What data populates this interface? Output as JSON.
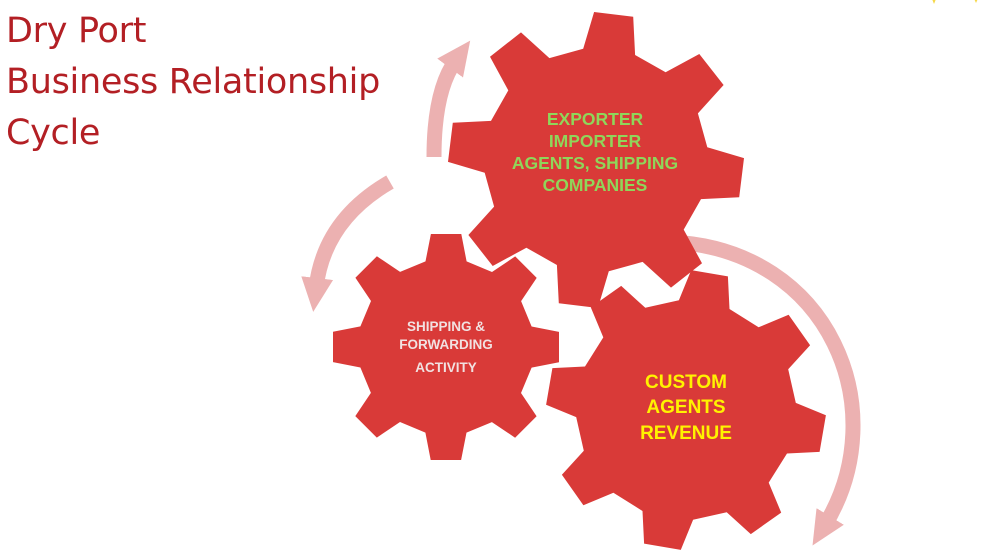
{
  "title": {
    "line1": "Dry Port",
    "line2": "Business Relationship",
    "line3": "Cycle"
  },
  "gears": {
    "top": {
      "lines": [
        "EXPORTER",
        "IMPORTER",
        "AGENTS, SHIPPING",
        "COMPANIES"
      ],
      "text_color": "#8fd65a"
    },
    "left": {
      "lines": [
        "SHIPPING &",
        "FORWARDING",
        "ACTIVITY"
      ],
      "text_color": "#f1e1e1"
    },
    "right": {
      "lines": [
        "CUSTOM",
        "AGENTS",
        "REVENUE"
      ],
      "text_color": "#fff200"
    }
  },
  "colors": {
    "gear": "#d93a38",
    "arrow": "#ecb1b1",
    "title": "#b31f24"
  }
}
